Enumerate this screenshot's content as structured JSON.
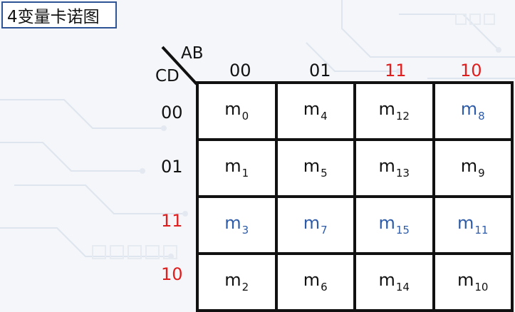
{
  "title": "4变量卡诺图",
  "variables": {
    "columns": "AB",
    "rows": "CD"
  },
  "column_headers": [
    {
      "code": "00",
      "color": "#111111"
    },
    {
      "code": "01",
      "color": "#111111"
    },
    {
      "code": "11",
      "color": "#e01e1e"
    },
    {
      "code": "10",
      "color": "#e01e1e"
    }
  ],
  "row_headers": [
    {
      "code": "00",
      "color": "#111111"
    },
    {
      "code": "01",
      "color": "#111111"
    },
    {
      "code": "11",
      "color": "#e01e1e"
    },
    {
      "code": "10",
      "color": "#e01e1e"
    }
  ],
  "cells": [
    [
      {
        "base": "m",
        "index": "0",
        "color": "black"
      },
      {
        "base": "m",
        "index": "4",
        "color": "black"
      },
      {
        "base": "m",
        "index": "12",
        "color": "black"
      },
      {
        "base": "m",
        "index": "8",
        "color": "blue"
      }
    ],
    [
      {
        "base": "m",
        "index": "1",
        "color": "black"
      },
      {
        "base": "m",
        "index": "5",
        "color": "black"
      },
      {
        "base": "m",
        "index": "13",
        "color": "black"
      },
      {
        "base": "m",
        "index": "9",
        "color": "black"
      }
    ],
    [
      {
        "base": "m",
        "index": "3",
        "color": "blue"
      },
      {
        "base": "m",
        "index": "7",
        "color": "blue"
      },
      {
        "base": "m",
        "index": "15",
        "color": "blue"
      },
      {
        "base": "m",
        "index": "11",
        "color": "blue"
      }
    ],
    [
      {
        "base": "m",
        "index": "2",
        "color": "black"
      },
      {
        "base": "m",
        "index": "6",
        "color": "black"
      },
      {
        "base": "m",
        "index": "14",
        "color": "black"
      },
      {
        "base": "m",
        "index": "10",
        "color": "black"
      }
    ]
  ],
  "colors": {
    "red": "#e01e1e",
    "blue": "#2e5ca8",
    "title_border": "#2f5597"
  }
}
